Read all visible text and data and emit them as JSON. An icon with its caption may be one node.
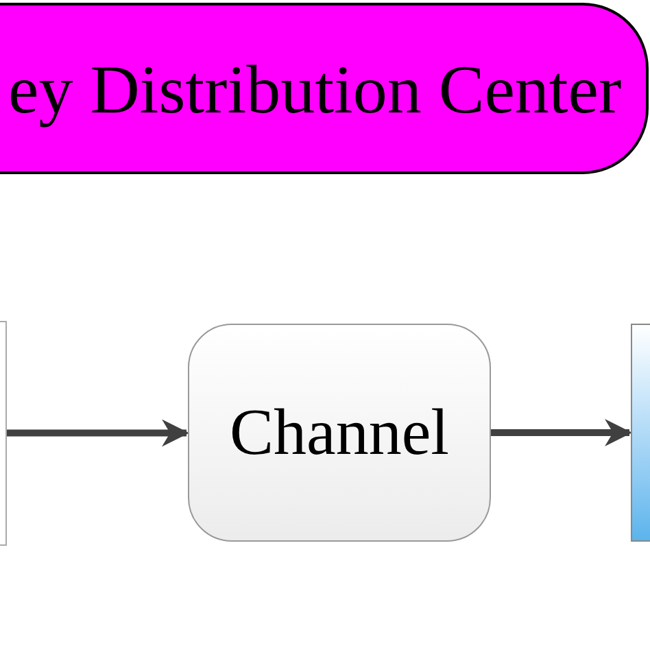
{
  "diagram": {
    "nodes": [
      {
        "text": [
          "ey Distribution Center"
        ]
      },
      {
        "text": [],
        "shape": "box"
      },
      {
        "text": [
          "Channel"
        ]
      },
      {
        "text": [],
        "shape": "box"
      }
    ],
    "edges": [
      {
        "from": 1,
        "to": 2,
        "arrow": "to"
      },
      {
        "from": 2,
        "to": 3,
        "arrow": "to"
      }
    ]
  }
}
